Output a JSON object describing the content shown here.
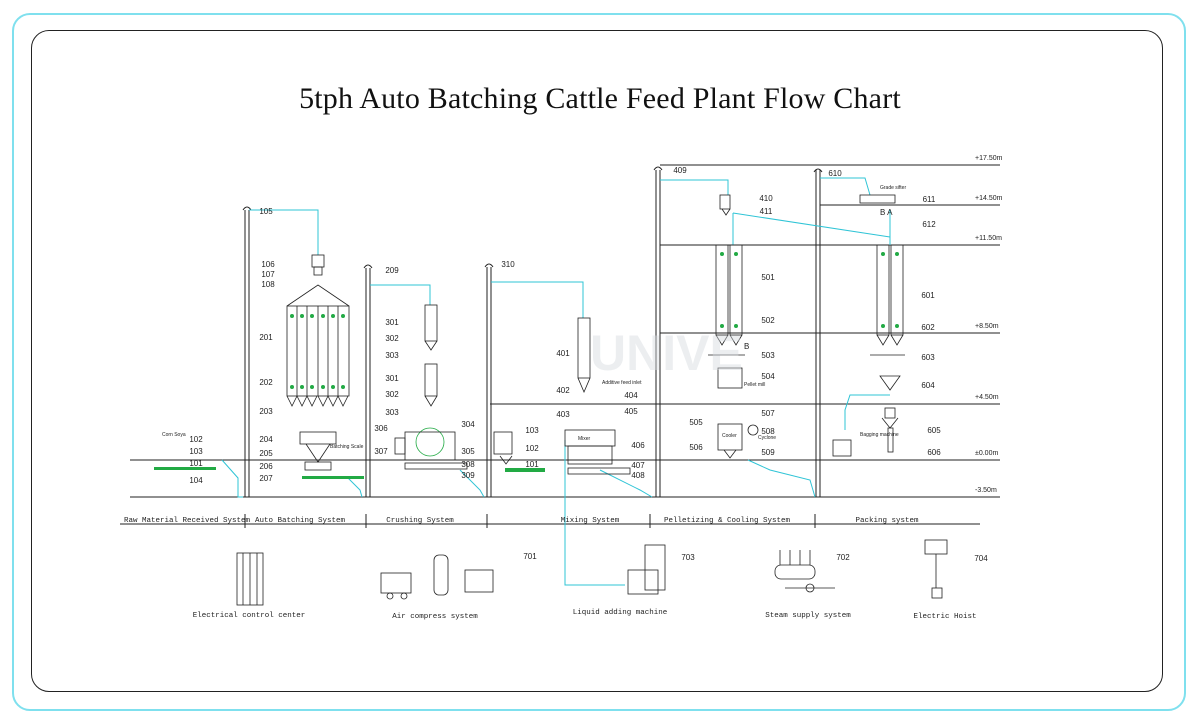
{
  "title": "5tph  Auto Batching Cattle Feed Plant Flow Chart",
  "colors": {
    "pipe": "#2fc4d6",
    "line": "#222222",
    "bin_mark": "#22aa44",
    "frame": "#7fe0ee"
  },
  "levels": [
    "+17.50m",
    "+14.50m",
    "+11.50m",
    "+8.50m",
    "+4.50m",
    "±0.00m",
    "-3.50m"
  ],
  "sections": [
    "Raw Material Received System",
    "Auto Batching System",
    "Crushing System",
    "Mixing System",
    "Pelletizing & Cooling System",
    "Packing system"
  ],
  "tags": {
    "t105": "105",
    "t106": "106",
    "t107": "107",
    "t108": "108",
    "t201": "201",
    "t202": "202",
    "t203": "203",
    "t204": "204",
    "t205": "205",
    "t206": "206",
    "t207": "207",
    "t102": "102",
    "t103": "103",
    "t101": "101",
    "t104": "104",
    "t209": "209",
    "t301a": "301",
    "t302a": "302",
    "t303a": "303",
    "t301b": "301",
    "t302b": "302",
    "t303b": "303",
    "t306": "306",
    "t307": "307",
    "t304": "304",
    "t305": "305",
    "t308": "308",
    "t309": "309",
    "t310": "310",
    "t103b": "103",
    "t102b": "102",
    "t101b": "101",
    "t401": "401",
    "t402": "402",
    "t403": "403",
    "t404": "404",
    "t405": "405",
    "t406": "406",
    "t407": "407",
    "t408": "408",
    "t409": "409",
    "t410": "410",
    "t411": "411",
    "t501": "501",
    "t502": "502",
    "t503": "503",
    "t504": "504",
    "t505": "505",
    "t506": "506",
    "t507": "507",
    "t508": "508",
    "t509": "509",
    "t610": "610",
    "t611": "611",
    "t612": "612",
    "t601": "601",
    "t602": "602",
    "t603": "603",
    "t604": "604",
    "t605": "605",
    "t606": "606",
    "t701": "701",
    "t703": "703",
    "t702": "702",
    "t704": "704"
  },
  "labels": {
    "corn_soya": "Corn Soya",
    "batching_scale": "Batching Scale",
    "mixer": "Mixer",
    "additive": "Additive feed inlet",
    "pellet_mill": "Pellet mill",
    "cooler": "Cooler",
    "cyclone": "Cyclone",
    "grade_sifter": "Grade sifter",
    "bagging": "Bagging machine",
    "b_a": "B A",
    "b": "B"
  },
  "aux": {
    "electrical": "Electrical control center",
    "air": "Air compress system",
    "liquid": "Liquid adding machine",
    "steam": "Steam supply system",
    "hoist": "Electric Hoist"
  },
  "watermark": "UNIVE"
}
